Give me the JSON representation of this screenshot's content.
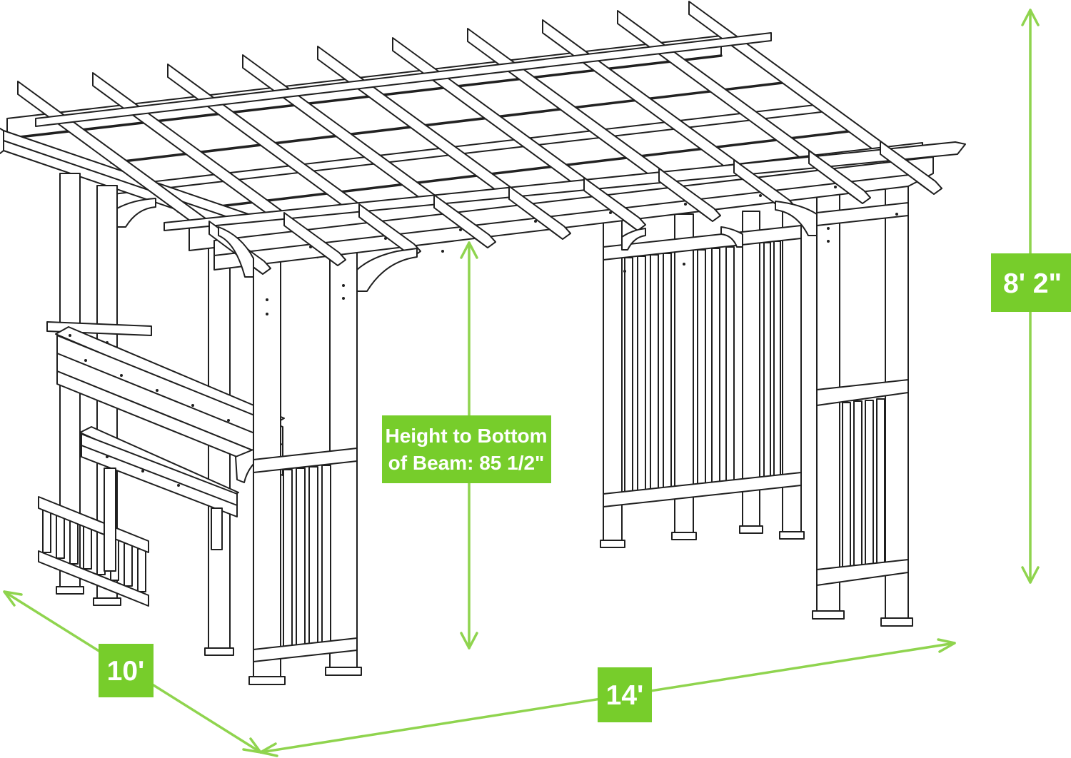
{
  "diagram": {
    "description": "Isometric technical line drawing of a 14 ft x 10 ft pergola with a bar counter on the left side, slatted privacy panels on the post pairs and an open rafter roof",
    "colors": {
      "label_background": "#77cd2b",
      "arrow": "#8fd44e",
      "line": "#1f1f1f",
      "label_text": "#ffffff",
      "background": "#ffffff"
    },
    "labels": {
      "beam_height_line1": "Height to Bottom",
      "beam_height_line2": "of Beam: 85 1/2\"",
      "overall_height": "8' 2\"",
      "depth": "10'",
      "width": "14'"
    }
  }
}
